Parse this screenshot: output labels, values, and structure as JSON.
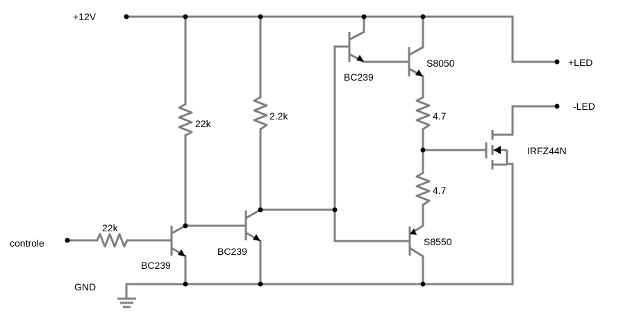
{
  "labels": {
    "v12": "+12V",
    "gnd": "GND",
    "control": "controle",
    "led_plus": "+LED",
    "led_minus": "-LED",
    "r_in": "22k",
    "r1": "22k",
    "r2": "2.2k",
    "r_top": "4.7",
    "r_bot": "4.7",
    "q1": "BC239",
    "q2": "BC239",
    "q3": "BC239",
    "q4": "S8050",
    "q5": "S8550",
    "mosfet": "IRFZ44N"
  }
}
